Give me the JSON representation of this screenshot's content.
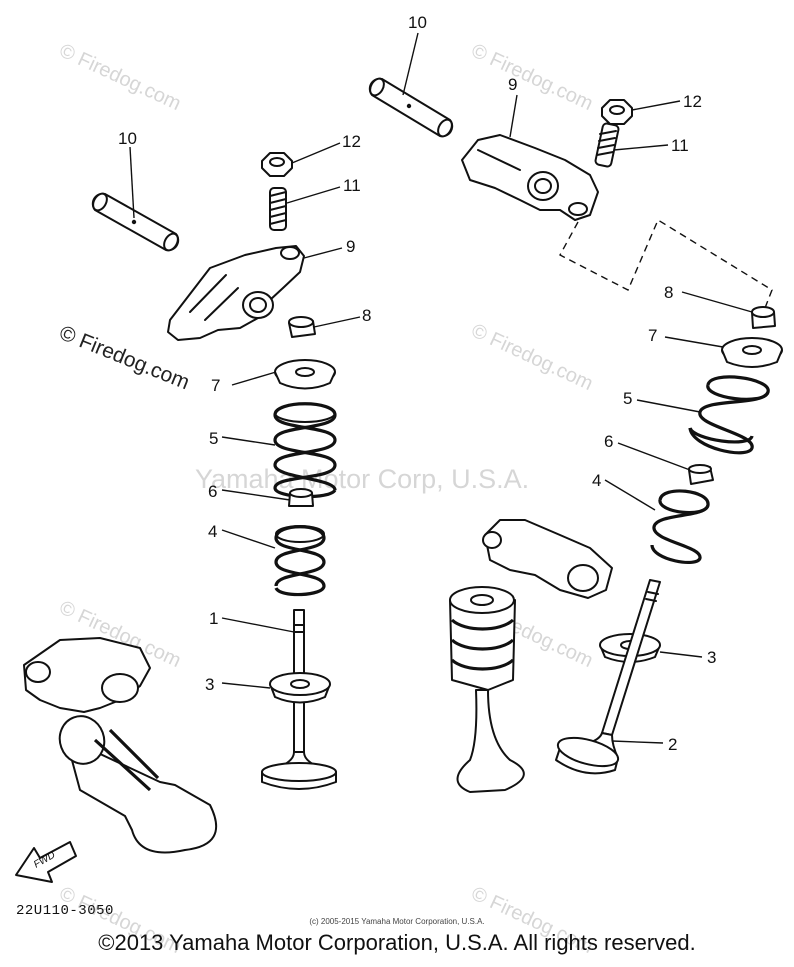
{
  "watermarks": {
    "firedog": "© Firedog.com",
    "center": "Yamaha Motor Corp, U.S.A."
  },
  "callouts": {
    "n1": "1",
    "n2": "2",
    "n3": "3",
    "n4": "4",
    "n5": "5",
    "n6": "6",
    "n7": "7",
    "n8": "8",
    "n9": "9",
    "n10": "10",
    "n11": "11",
    "n12": "12"
  },
  "fwd_label": "FWD",
  "part_code": "22U110-3050",
  "small_copyright": "(c) 2005-2015 Yamaha Motor Corporation, U.S.A.",
  "copyright": "©2013 Yamaha Motor Corporation, U.S.A. All rights reserved.",
  "colors": {
    "ink": "#111111",
    "watermark": "#d6d6d6"
  }
}
